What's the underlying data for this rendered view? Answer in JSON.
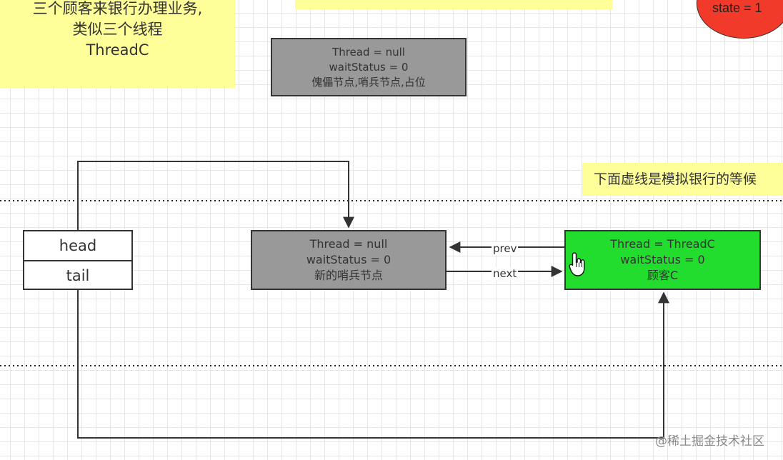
{
  "notes": {
    "customers": [
      "三个顾客来银行办理业务,",
      "类似三个线程",
      "ThreadC"
    ],
    "waiting_queue": "下面虚线是模拟银行的等候"
  },
  "state": {
    "text": "state = 1"
  },
  "nodes": {
    "sentinel_old": [
      "Thread = null",
      "waitStatus = 0",
      "傀儡节点,哨兵节点,占位"
    ],
    "sentinel_new": [
      "Thread = null",
      "waitStatus = 0",
      "新的哨兵节点"
    ],
    "customer_c": [
      "Thread = ThreadC",
      "waitStatus = 0",
      "顾客C"
    ]
  },
  "pointers": {
    "head": "head",
    "tail": "tail"
  },
  "edges": {
    "prev": "prev",
    "next": "next"
  },
  "colors": {
    "note": "#ffff99",
    "sentinel": "#999999",
    "customer": "#22dd2e",
    "state": "#f23a2a"
  },
  "watermark": "@稀土掘金技术社区"
}
